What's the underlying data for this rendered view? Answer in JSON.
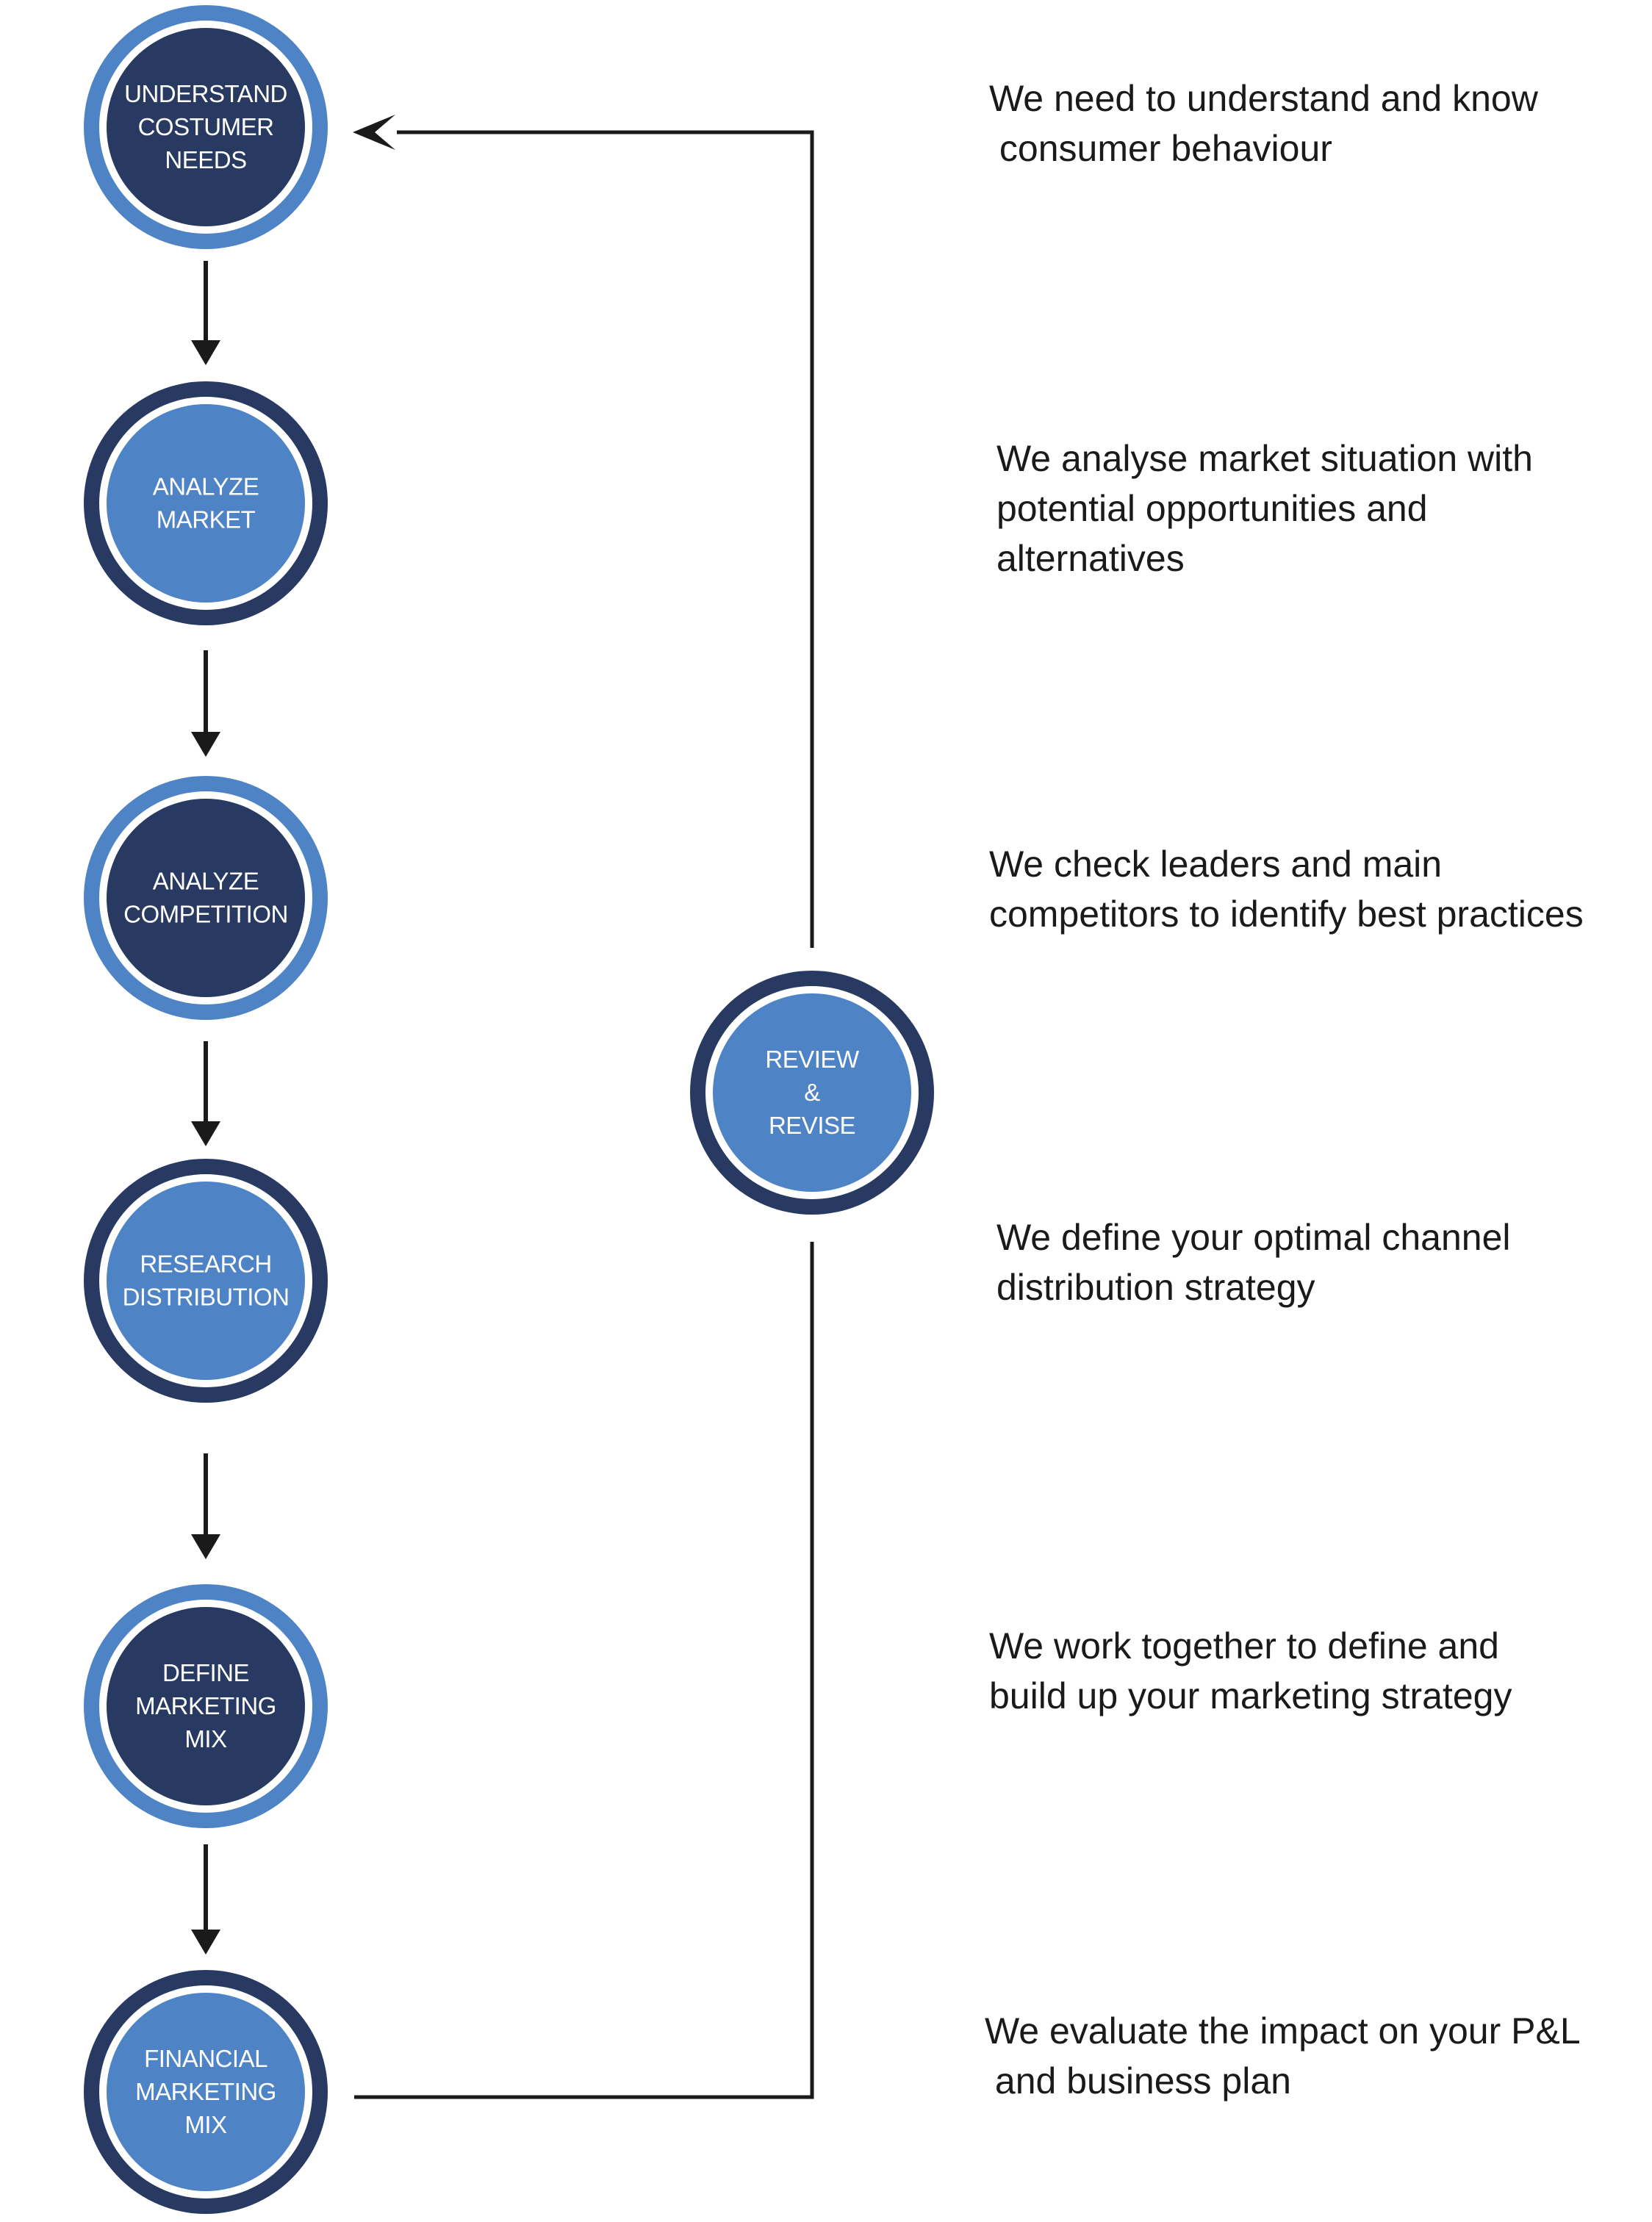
{
  "colors": {
    "navy": "#283a62",
    "blue": "#4e83c5",
    "connector": "#1a1a1a",
    "text": "#1a1a1a"
  },
  "steps": [
    {
      "id": "understand",
      "lines": [
        "UNDERSTAND",
        "COSTUMER",
        "NEEDS"
      ],
      "style": "navy-core",
      "description": "We need to understand and know\n consumer behaviour"
    },
    {
      "id": "analyze-market",
      "lines": [
        "ANALYZE",
        "MARKET"
      ],
      "style": "blue-core",
      "description": "We analyse market situation with\npotential opportunities and\nalternatives"
    },
    {
      "id": "analyze-competition",
      "lines": [
        "ANALYZE",
        "COMPETITION"
      ],
      "style": "navy-core",
      "description": "We check leaders and main\ncompetitors to identify best practices"
    },
    {
      "id": "research-distribution",
      "lines": [
        "RESEARCH",
        "DISTRIBUTION"
      ],
      "style": "blue-core",
      "description": "We define your optimal channel\ndistribution strategy"
    },
    {
      "id": "define-marketing-mix",
      "lines": [
        "DEFINE",
        "MARKETING",
        "MIX"
      ],
      "style": "navy-core",
      "description": "We work together to define and\nbuild up your marketing strategy"
    },
    {
      "id": "financial-marketing-mix",
      "lines": [
        "FINANCIAL",
        "MARKETING",
        "MIX"
      ],
      "style": "blue-core",
      "description": "We evaluate the impact on your P&L\n and business plan"
    }
  ],
  "review": {
    "lines": [
      "REVIEW",
      "&",
      "REVISE"
    ],
    "style": "blue-core"
  }
}
